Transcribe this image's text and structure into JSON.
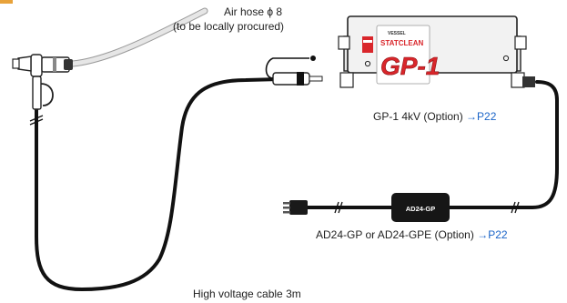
{
  "labels": {
    "air_hose_line1": "Air hose  ϕ 8",
    "air_hose_line2": "(to be locally procured)",
    "gp1_text": "GP-1 4kV (Option)",
    "gp1_ref": "→P22",
    "adapter_text": "AD24-GP or AD24-GPE (Option)",
    "adapter_ref": "→P22",
    "hv_cable": "High voltage cable 3m"
  },
  "device": {
    "brand": "VESSEL",
    "logo": "STATCLEAN",
    "model": "GP-1"
  },
  "adapter_box_label": "AD24-GP",
  "colors": {
    "cable": "#111111",
    "hose": "#c8c8c8",
    "device_body": "#f2f2f2",
    "logo_red": "#d9262b",
    "reference_link": "#1a64c8"
  }
}
